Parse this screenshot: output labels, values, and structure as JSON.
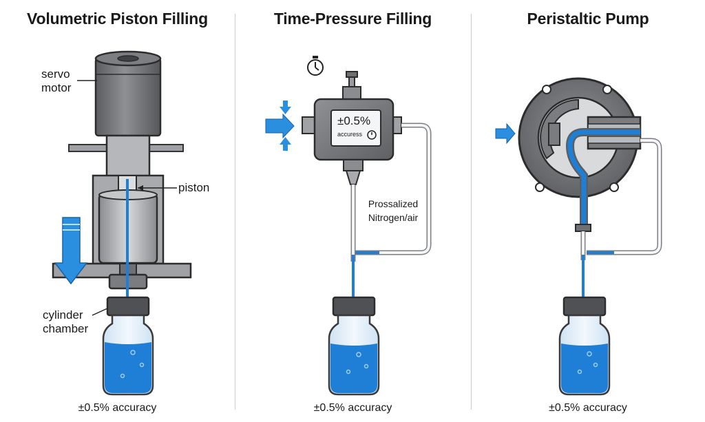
{
  "panels": [
    {
      "title": "Volumetric Piston Filling",
      "labels": {
        "motor": "servo\nmotor",
        "piston": "piston",
        "chamber": "cylinder\nchamber"
      },
      "caption": "±0.5% accuracy"
    },
    {
      "title": "Time-Pressure Filling",
      "display_value": "±0.5%",
      "display_label": "accuress",
      "labels": {
        "gas": "Prossalized\nNitrogen/air"
      },
      "caption": "±0.5% accuracy"
    },
    {
      "title": "Peristaltic Pump",
      "caption": "±0.5% accuracy"
    }
  ],
  "colors": {
    "liquid": "#1f7fd6",
    "flow_arrow": "#2b8fe0",
    "metal_dark": "#6e7074",
    "metal_mid": "#9a9c9f",
    "metal_light": "#d2d4d6",
    "glass": "#e6f1fa"
  }
}
